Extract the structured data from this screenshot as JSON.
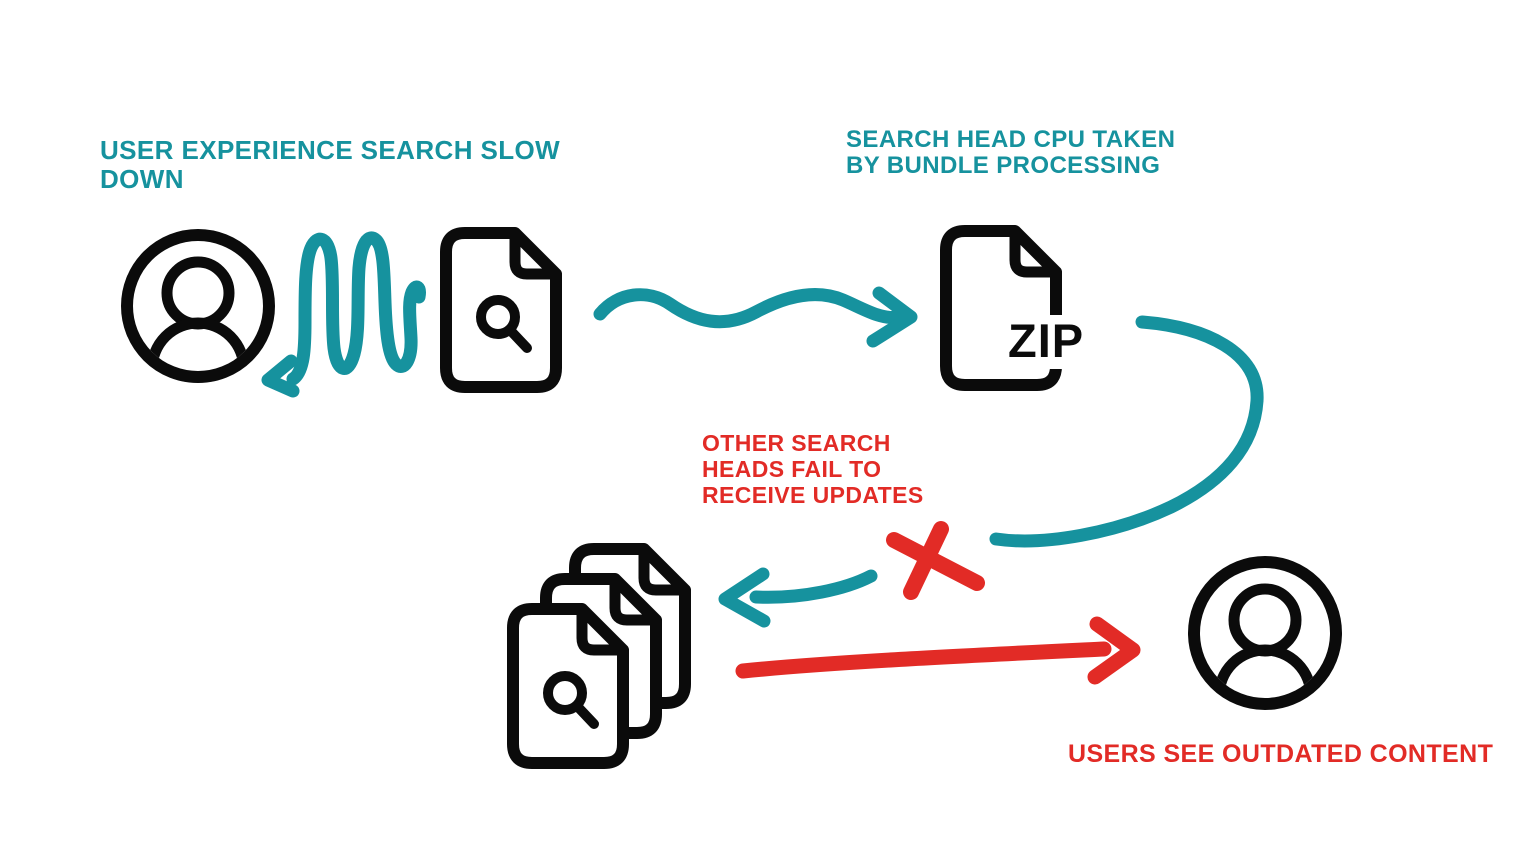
{
  "title": "search bundle replication failure diagram",
  "colors": {
    "teal": "#16929E",
    "red": "#E22B26",
    "ink": "#0B0B0B",
    "background": "#FFFFFF"
  },
  "labels": {
    "user_experience": "USER EXPERIENCE SEARCH SLOW DOWN",
    "search_head_cpu": "SEARCH HEAD CPU TAKEN BY BUNDLE PROCESSING",
    "other_search_heads": "OTHER SEARCH HEADS FAIL TO RECEIVE UPDATES",
    "users_see_outdated": "USERS SEE OUTDATED CONTENT",
    "zip": "ZIP"
  },
  "icons": {
    "user": "person-icon",
    "search_document": "document-with-magnifier-icon",
    "zip_bundle": "zip-file-icon",
    "document_stack": "stacked-documents-with-magnifier-icon",
    "outdated_user": "person-icon",
    "blocked_mark": "x-mark-icon"
  },
  "flow": [
    {
      "from": "user",
      "to": "search_document",
      "connector": "teal-squiggle-arrow"
    },
    {
      "from": "search_document",
      "to": "zip_bundle",
      "connector": "teal-wavy-arrow"
    },
    {
      "from": "zip_bundle",
      "to": "document_stack",
      "connector": "teal-curved-arrow",
      "blocked": true
    },
    {
      "from": "document_stack",
      "to": "outdated_user",
      "connector": "red-arrow"
    }
  ]
}
